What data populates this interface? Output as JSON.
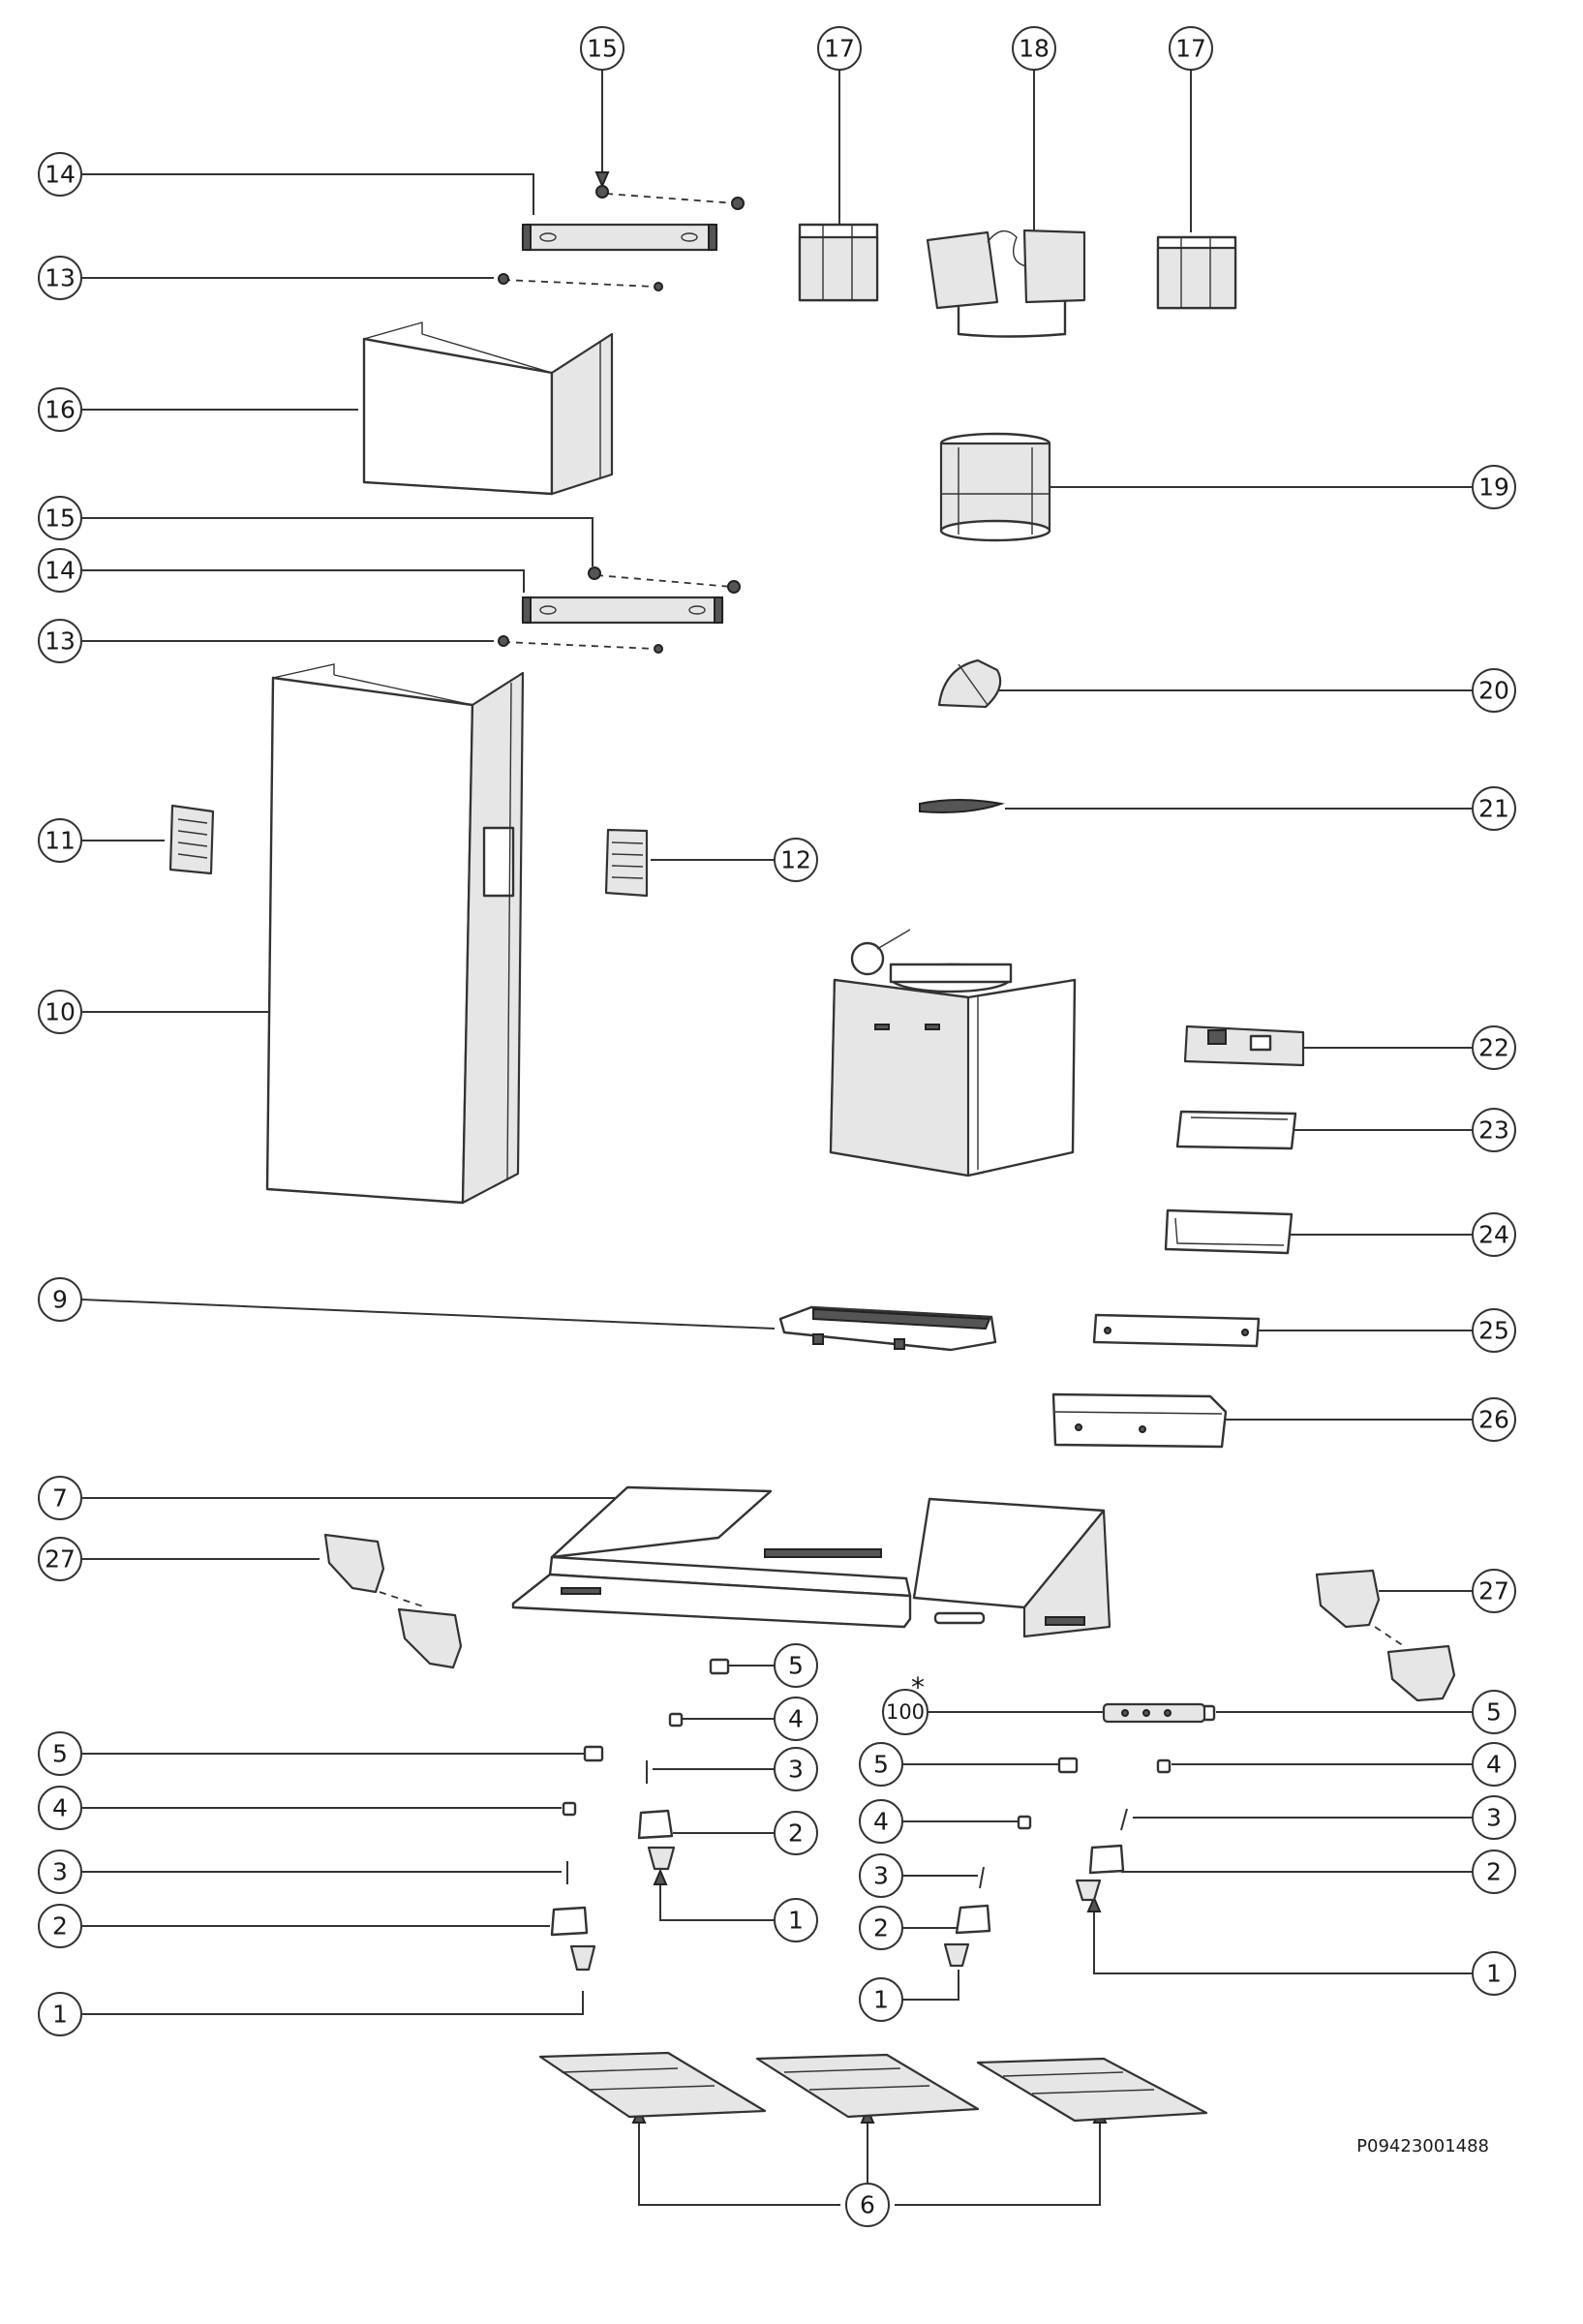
{
  "reference_code": "P09423001488",
  "note_mark": "*",
  "callouts": [
    {
      "id": "c15a",
      "label": "15"
    },
    {
      "id": "c17a",
      "label": "17"
    },
    {
      "id": "c18",
      "label": "18"
    },
    {
      "id": "c17b",
      "label": "17"
    },
    {
      "id": "c14a",
      "label": "14"
    },
    {
      "id": "c13a",
      "label": "13"
    },
    {
      "id": "c16",
      "label": "16"
    },
    {
      "id": "c19",
      "label": "19"
    },
    {
      "id": "c15b",
      "label": "15"
    },
    {
      "id": "c14b",
      "label": "14"
    },
    {
      "id": "c13b",
      "label": "13"
    },
    {
      "id": "c20",
      "label": "20"
    },
    {
      "id": "c21",
      "label": "21"
    },
    {
      "id": "c11",
      "label": "11"
    },
    {
      "id": "c12",
      "label": "12"
    },
    {
      "id": "c10",
      "label": "10"
    },
    {
      "id": "c22",
      "label": "22"
    },
    {
      "id": "c23",
      "label": "23"
    },
    {
      "id": "c24",
      "label": "24"
    },
    {
      "id": "c9",
      "label": "9"
    },
    {
      "id": "c25",
      "label": "25"
    },
    {
      "id": "c26",
      "label": "26"
    },
    {
      "id": "c7",
      "label": "7"
    },
    {
      "id": "c27a",
      "label": "27"
    },
    {
      "id": "c27b",
      "label": "27"
    },
    {
      "id": "c5a",
      "label": "5"
    },
    {
      "id": "c100",
      "label": "100"
    },
    {
      "id": "c4a",
      "label": "4"
    },
    {
      "id": "c5b",
      "label": "5"
    },
    {
      "id": "c5c",
      "label": "5"
    },
    {
      "id": "c3a",
      "label": "3"
    },
    {
      "id": "c5d",
      "label": "5"
    },
    {
      "id": "c4b",
      "label": "4"
    },
    {
      "id": "c4c",
      "label": "4"
    },
    {
      "id": "c4d",
      "label": "4"
    },
    {
      "id": "c3b",
      "label": "3"
    },
    {
      "id": "c2a",
      "label": "2"
    },
    {
      "id": "c3c",
      "label": "3"
    },
    {
      "id": "c2b",
      "label": "2"
    },
    {
      "id": "c3d",
      "label": "3"
    },
    {
      "id": "c2c",
      "label": "2"
    },
    {
      "id": "c2d",
      "label": "2"
    },
    {
      "id": "c1a",
      "label": "1"
    },
    {
      "id": "c1b",
      "label": "1"
    },
    {
      "id": "c1c",
      "label": "1"
    },
    {
      "id": "c1d",
      "label": "1"
    },
    {
      "id": "c6",
      "label": "6"
    }
  ]
}
